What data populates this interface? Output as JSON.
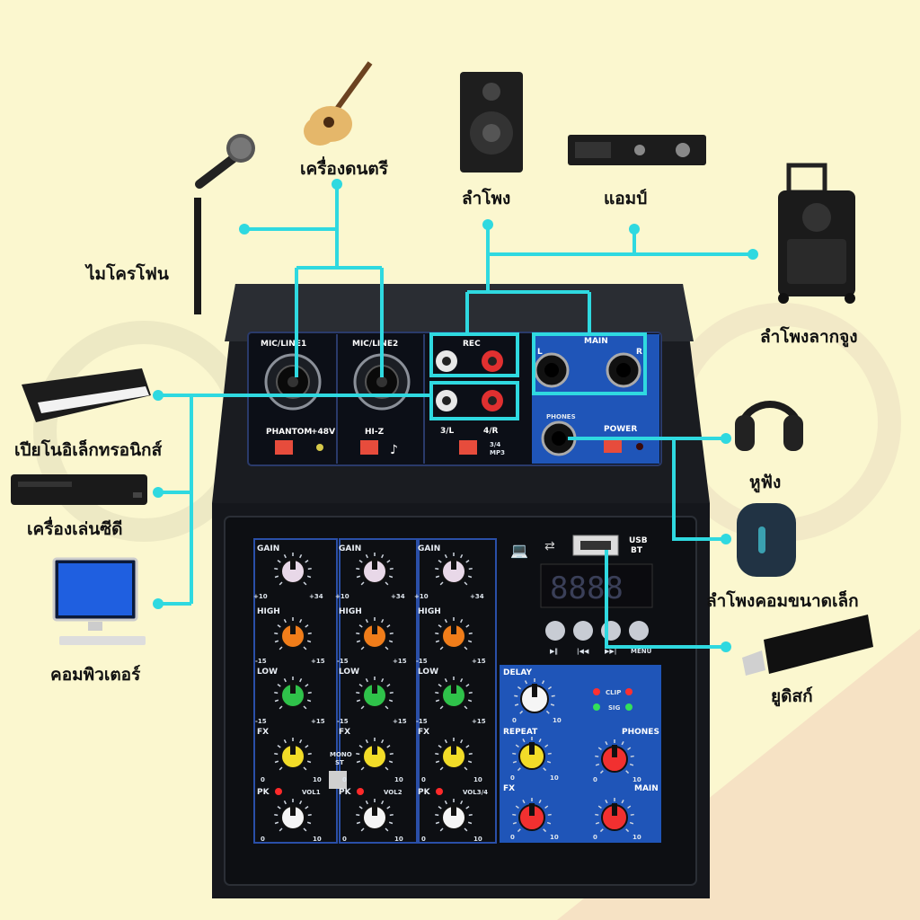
{
  "devices": {
    "microphone": "ไมโครโฟน",
    "instrument": "เครื่องดนตรี",
    "speaker": "ลำโพง",
    "amp": "แอมป์",
    "trolley_speaker": "ลำโพงลากจูง",
    "keyboard": "เปียโนอิเล็กทรอนิกส์",
    "cd_player": "เครื่องเล่นซีดี",
    "computer": "คอมพิวเตอร์",
    "headphones": "หูฟัง",
    "small_speaker": "ลำโพงคอมขนาดเล็ก",
    "usb_drive": "ยูดิสก์"
  },
  "mixer": {
    "mic_line1": "MIC/LINE1",
    "mic_line2": "MIC/LINE2",
    "phantom": "PHANTOM",
    "plus48v": "+48V",
    "hiz": "HI-Z",
    "rec": "REC",
    "ch3l": "3/L",
    "ch4r": "4/R",
    "mp3_a": "3/4",
    "mp3_b": "MP3",
    "main": "MAIN",
    "main_l": "L",
    "main_r": "R",
    "phones_jack": "PHONES",
    "power": "POWER",
    "usb": "USB",
    "bt": "BT",
    "gain": "GAIN",
    "high": "HIGH",
    "low": "LOW",
    "fx": "FX",
    "pk": "PK",
    "vol1": "VOL1",
    "vol2": "VOL2",
    "vol34": "VOL3/4",
    "mono": "MONO",
    "st": "ST",
    "delay": "DELAY",
    "repeat": "REPEAT",
    "phones": "PHONES",
    "main_knob": "MAIN",
    "clip": "CLIP",
    "sig": "SIG",
    "menu": "MENU",
    "gain_min": "+10",
    "gain_max": "+34",
    "eq_min": "-15",
    "eq_max": "+15",
    "zero": "0",
    "ten": "10"
  },
  "colors": {
    "wire": "#2fd9e0",
    "panel_blue": "#1f55b8",
    "mixer_body": "#15171c"
  },
  "icons": [
    "microphone-icon",
    "guitar-icon",
    "speaker-icon",
    "amplifier-icon",
    "trolley-speaker-icon",
    "keyboard-icon",
    "cd-player-icon",
    "computer-icon",
    "headphones-icon",
    "small-speaker-icon",
    "usb-drive-icon"
  ]
}
